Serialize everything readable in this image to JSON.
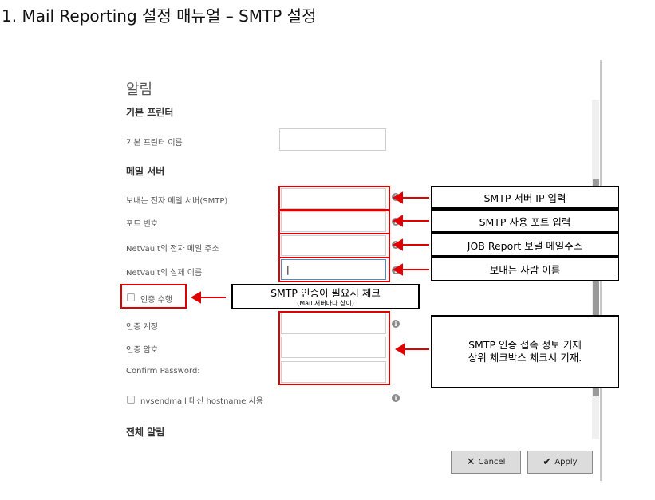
{
  "doc_title": "1. Mail Reporting 설정 매뉴얼 – SMTP 설정",
  "panel": {
    "section_title": "알림",
    "default_printer": {
      "heading": "기본 프린터",
      "printer_name_label": "기본 프린터 이름",
      "printer_name_value": ""
    },
    "mail_server": {
      "heading": "메일 서버",
      "smtp_label": "보내는 전자 메일 서버(SMTP)",
      "port_label": "포트 번호",
      "email_label": "NetVault의 전자 메일 주소",
      "realname_label": "NetVault의 실제 이름",
      "realname_value": "|",
      "auth_checkbox_label": "인증 수행",
      "account_label": "인증 계정",
      "password_label": "인증 암호",
      "confirm_label": "Confirm Password:",
      "nvsendmail_label": "nvsendmail 대신 hostname 사용"
    },
    "global_alert_heading": "전체 알림",
    "buttons": {
      "cancel": "Cancel",
      "apply": "Apply"
    }
  },
  "callouts": {
    "smtp_ip": "SMTP 서버 IP 입력",
    "smtp_port": "SMTP 사용 포트 입력",
    "job_report": "JOB Report 보낼 메일주소",
    "sender_name": "보내는 사람 이름",
    "auth_line1": "SMTP 인증이 필요시 체크",
    "auth_line2": "(Mail 서버마다 상이)",
    "auth_info_line1": "SMTP 인증 접속 정보 기재",
    "auth_info_line2": "상위 체크박스 체크시 기재."
  },
  "colors": {
    "annotation_red": "#e00000",
    "scroll_thumb": "#9a9a9a"
  }
}
